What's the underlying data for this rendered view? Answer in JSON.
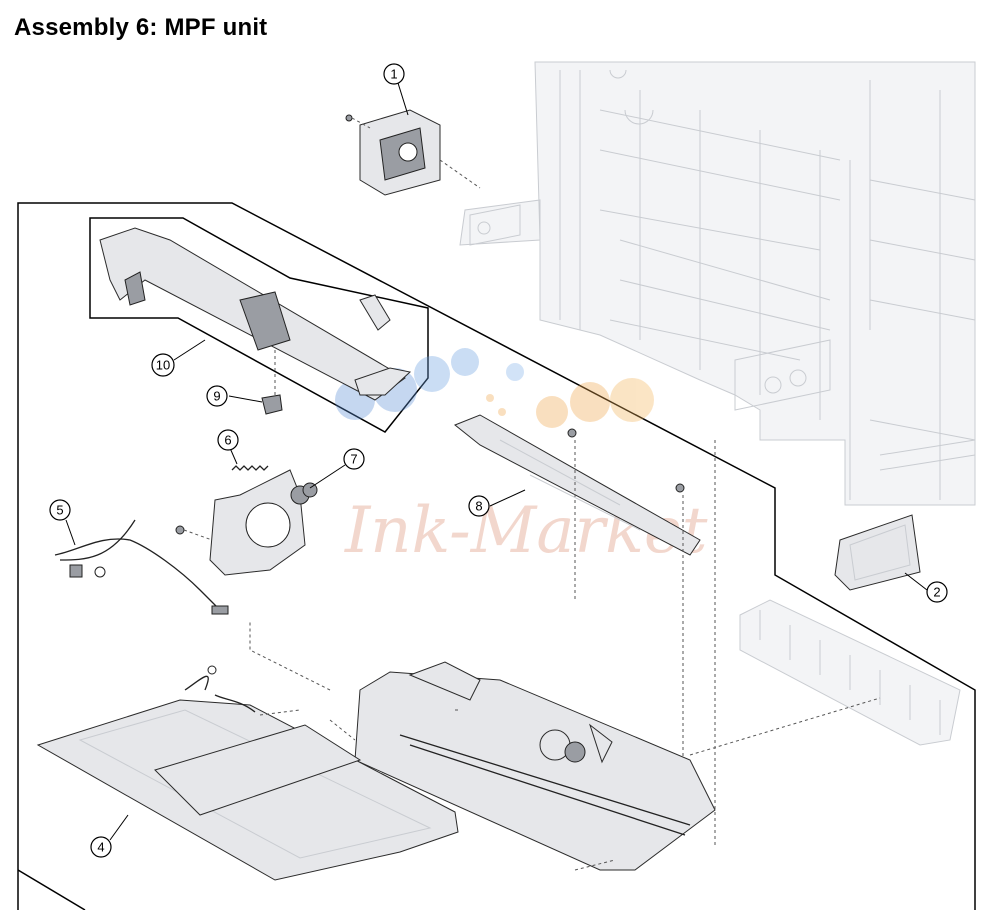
{
  "title": "Assembly 6:  MPF unit",
  "callouts": [
    "1",
    "2",
    "4",
    "5",
    "6",
    "7",
    "8",
    "9",
    "10"
  ],
  "watermark": "Ink-Market",
  "colors": {
    "ghost": "#c9ccd1",
    "line": "#000000",
    "watermark": "#e9b7a6"
  }
}
